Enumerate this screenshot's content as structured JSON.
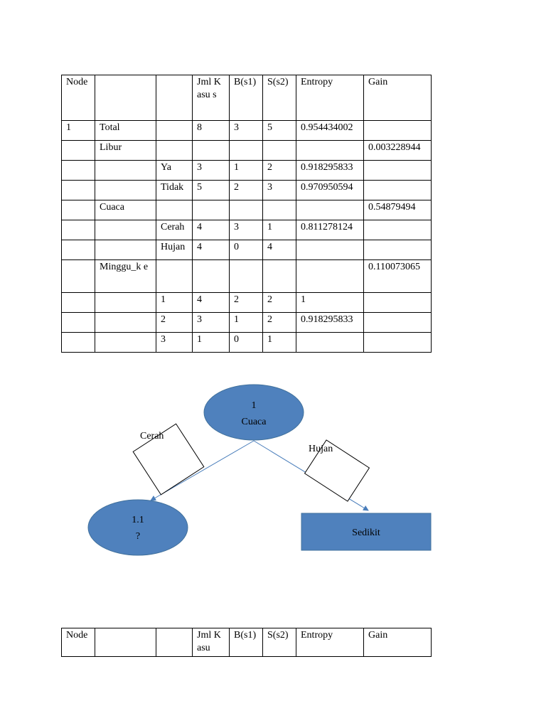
{
  "table1": {
    "header": [
      "Node",
      "",
      "",
      "Jml Kasu s",
      "B(s1)",
      "S(s2)",
      "Entropy",
      "Gain"
    ],
    "rows": [
      [
        "1",
        "Total",
        "",
        "8",
        "3",
        "5",
        "0.954434002",
        ""
      ],
      [
        "",
        "Libur",
        "",
        "",
        "",
        "",
        "",
        "0.003228944"
      ],
      [
        "",
        "",
        "Ya",
        "3",
        "1",
        "2",
        "0.918295833",
        ""
      ],
      [
        "",
        "",
        "Tidak",
        "5",
        "2",
        "3",
        "0.970950594",
        ""
      ],
      [
        "",
        "Cuaca",
        "",
        "",
        "",
        "",
        "",
        "0.54879494"
      ],
      [
        "",
        "",
        "Cerah",
        "4",
        "3",
        "1",
        "0.811278124",
        ""
      ],
      [
        "",
        "",
        "Hujan",
        "4",
        "0",
        "4",
        "",
        ""
      ],
      [
        "",
        "Minggu_k e",
        "",
        "",
        "",
        "",
        "",
        "0.110073065"
      ],
      [
        "",
        "",
        "1",
        "4",
        "2",
        "2",
        "1",
        ""
      ],
      [
        "",
        "",
        "2",
        "3",
        "1",
        "2",
        "0.918295833",
        ""
      ],
      [
        "",
        "",
        "3",
        "1",
        "0",
        "1",
        "",
        ""
      ]
    ]
  },
  "diagram": {
    "root": {
      "line1": "1",
      "line2": "Cuaca"
    },
    "left_label": "Cerah",
    "right_label": "Hujan",
    "left_child": {
      "line1": "1.1",
      "line2": "?"
    },
    "right_child": {
      "label": "Sedikit"
    },
    "colors": {
      "node_fill": "#4f81bd",
      "node_stroke": "#41719c",
      "edge": "#4a7ebb"
    }
  },
  "table2": {
    "header": [
      "Node",
      "",
      "",
      "Jml Kasu",
      "B(s1)",
      "S(s2)",
      "Entropy",
      "Gain"
    ]
  }
}
